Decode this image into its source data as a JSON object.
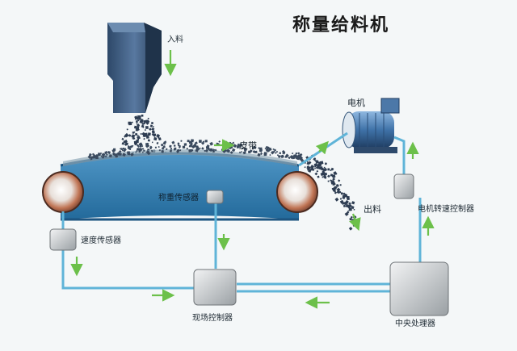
{
  "title": "称量给料机",
  "labels": {
    "inlet": "入料",
    "belt": "皮带",
    "motor": "电机",
    "weigh_sensor": "称重传感器",
    "speed_sensor": "速度传感器",
    "outlet": "出料",
    "motor_speed_controller": "电机转速控制器",
    "field_controller": "现场控制器",
    "central_processor": "中央处理器"
  },
  "colors": {
    "background": "#f4f7f8",
    "belt": "#2f7fb3",
    "wire": "#5fb4d8",
    "arrow": "#6cc04a",
    "roller": "#b8674a",
    "hopper": "#3f5f82",
    "box": "#d5d8da"
  }
}
